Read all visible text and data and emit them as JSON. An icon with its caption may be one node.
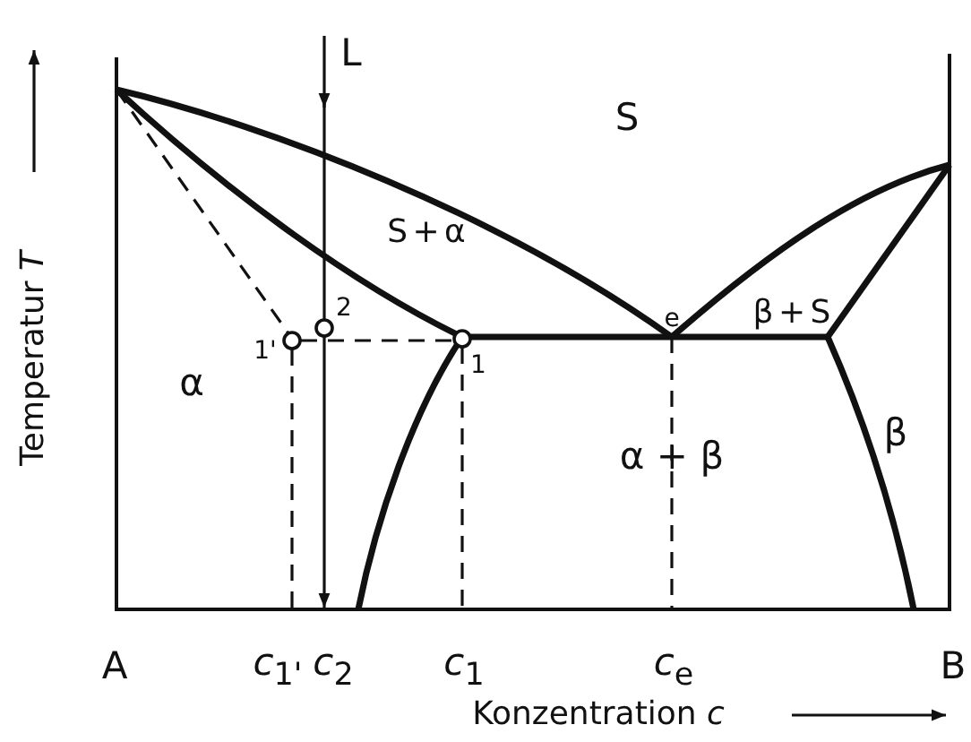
{
  "diagram": {
    "labels": [
      "L",
      "S",
      "S + α",
      "2",
      "e",
      "β + S",
      "1'",
      "1",
      "α",
      "β",
      "α + β",
      "A",
      "*c*$_{1'}$",
      "*c*$_{2}$",
      "*c*$_{1}$",
      "*c*$_{e}$",
      "B",
      "Temperatur *T*",
      "Konzentration *c*"
    ]
  }
}
